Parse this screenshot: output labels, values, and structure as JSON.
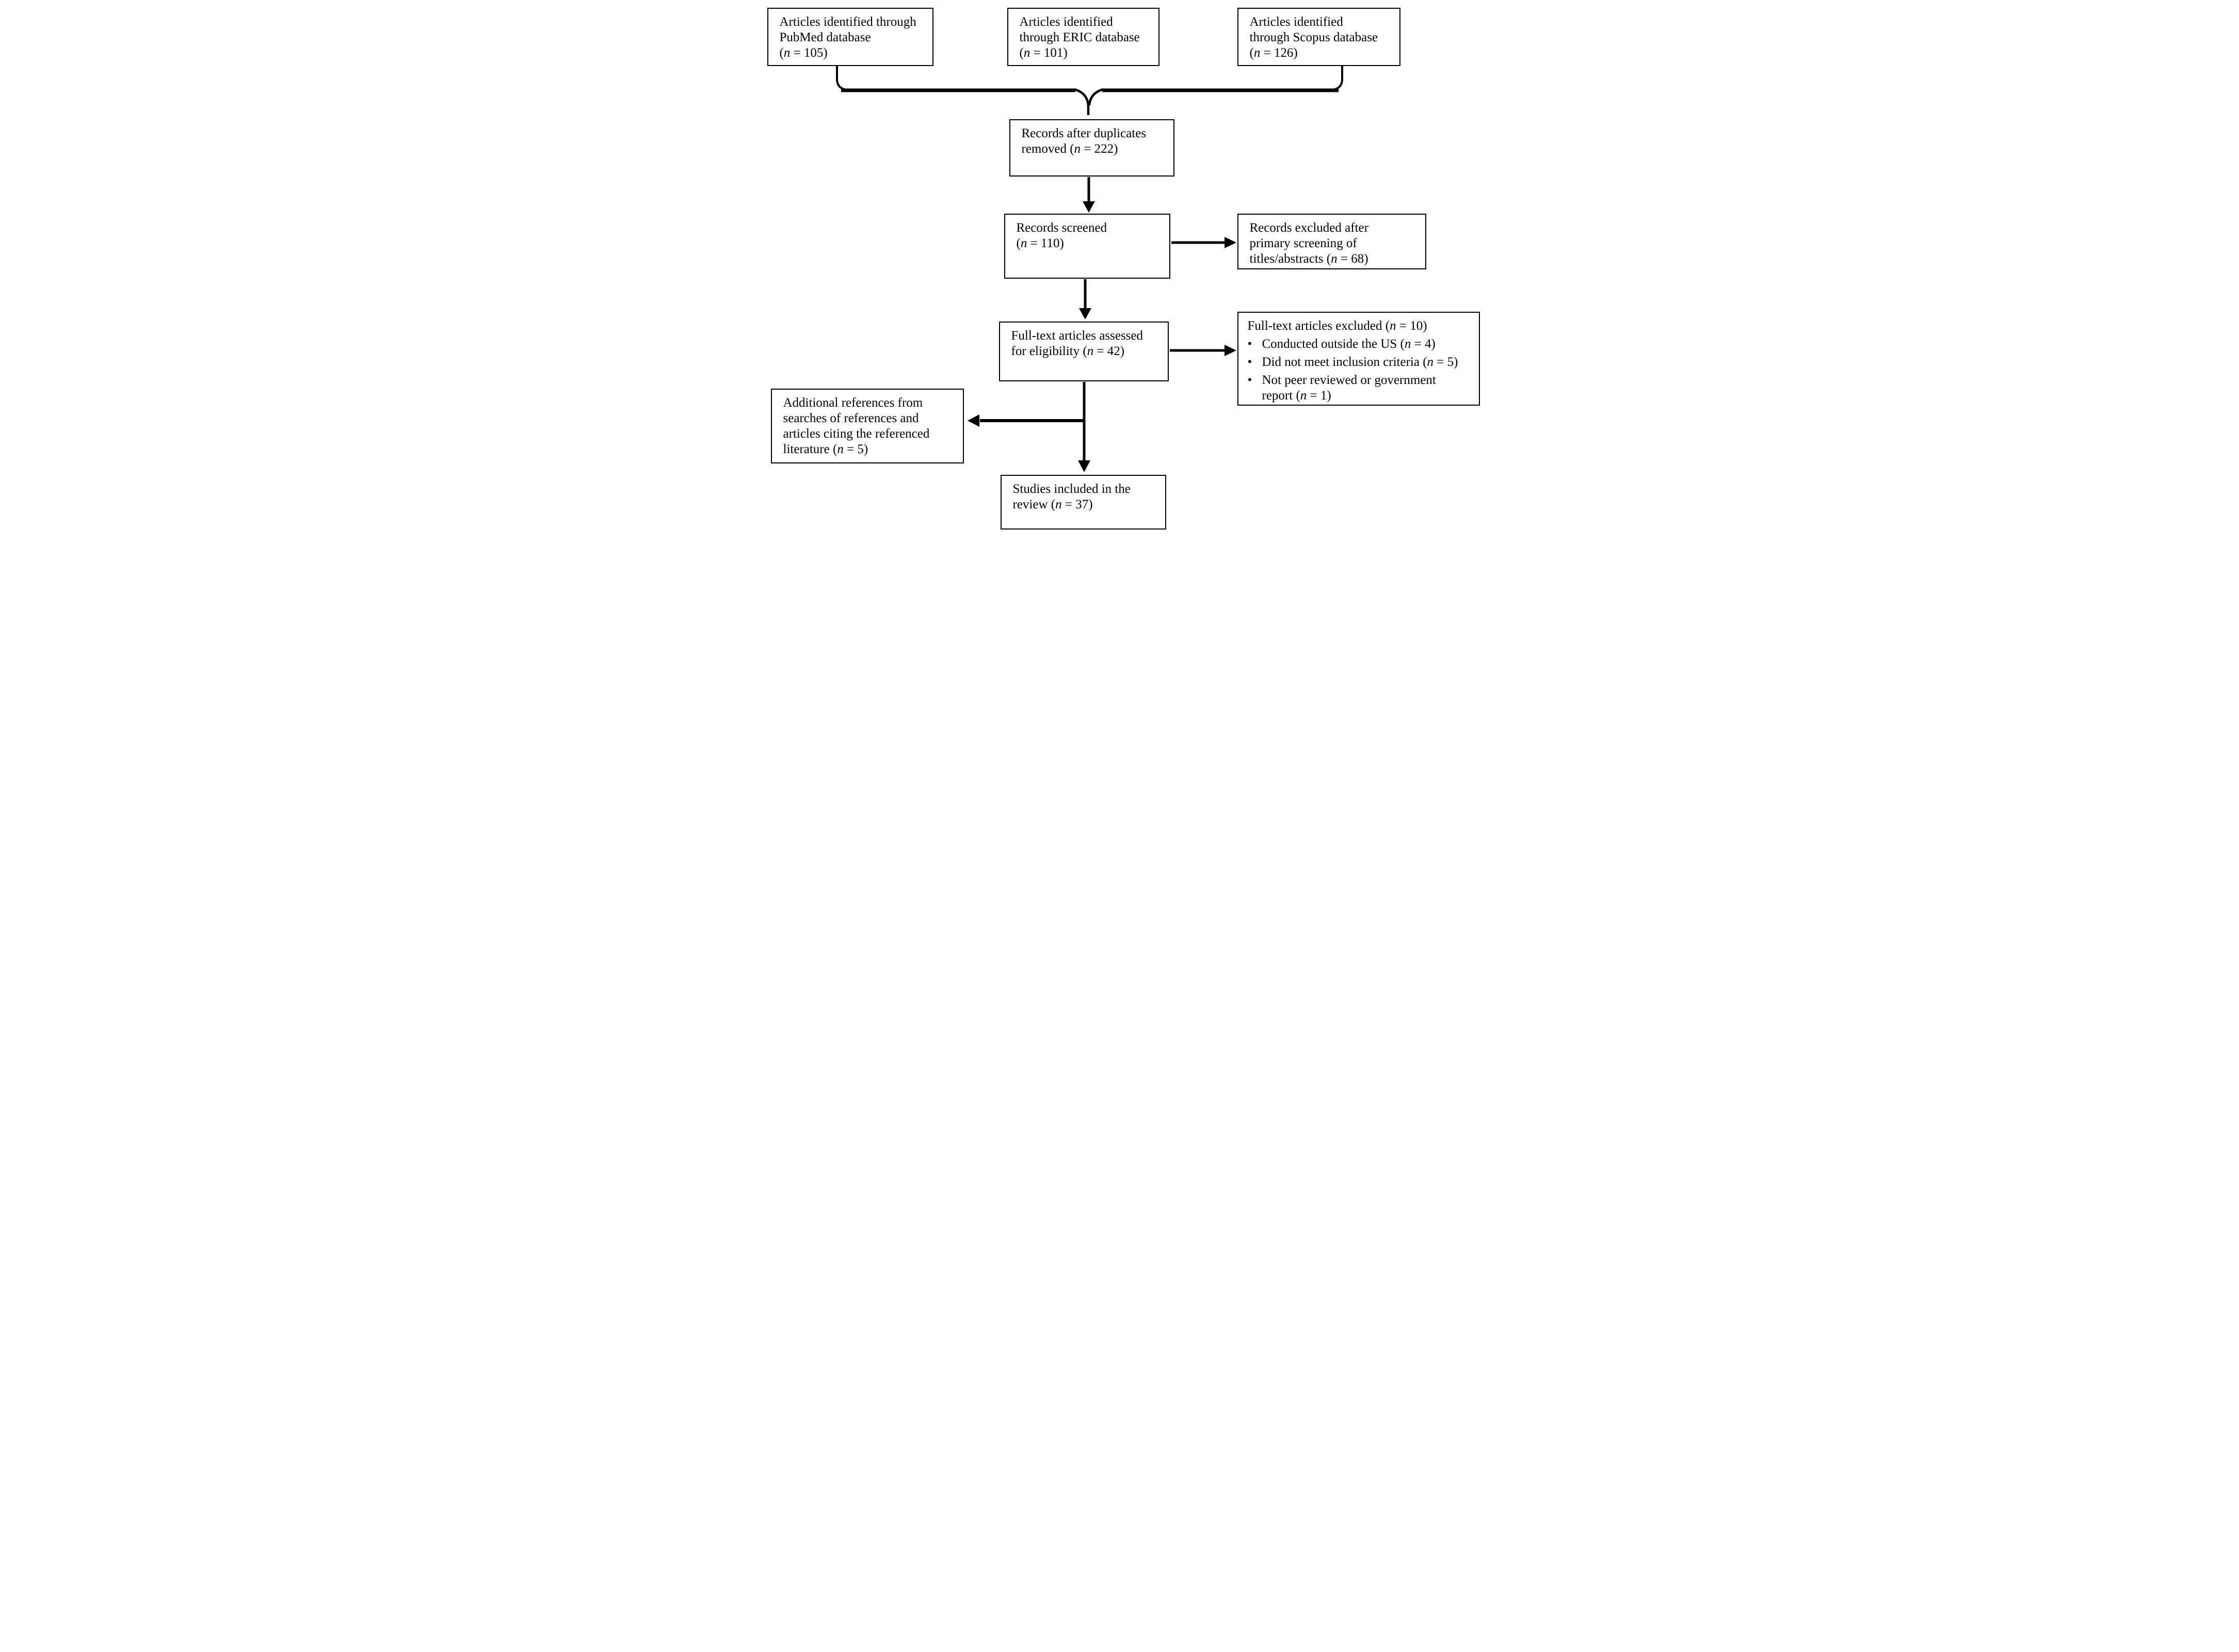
{
  "figure": {
    "bullet_char": "•",
    "line_color": "#000000",
    "background": "#ffffff"
  },
  "boxes": {
    "pubmed": {
      "lines": [
        {
          "t": "Articles identified through"
        },
        {
          "t": "PubMed database"
        },
        {
          "n": "105"
        }
      ]
    },
    "eric": {
      "lines": [
        {
          "t": "Articles identified"
        },
        {
          "t": "through ERIC database"
        },
        {
          "n": "101"
        }
      ]
    },
    "scopus": {
      "lines": [
        {
          "t": "Articles identified"
        },
        {
          "t": "through Scopus database"
        },
        {
          "n": "126"
        }
      ]
    },
    "duplicates": {
      "lines": [
        {
          "t": "Records after duplicates"
        },
        {
          "t": "removed",
          "n": "222"
        }
      ]
    },
    "screened": {
      "lines": [
        {
          "t": "Records screened"
        },
        {
          "n": "110"
        }
      ]
    },
    "excluded_primary": {
      "lines": [
        {
          "t": "Records excluded after"
        },
        {
          "t": "primary screening of"
        },
        {
          "t": "titles/abstracts",
          "n": "68"
        }
      ]
    },
    "fulltext": {
      "lines": [
        {
          "t": "Full-text articles assessed"
        },
        {
          "t": "for eligibility",
          "n": "42"
        }
      ]
    },
    "fulltext_excluded": {
      "title": {
        "t": "Full-text articles excluded",
        "n": "10"
      },
      "items": [
        {
          "line1": {
            "t": "Conducted outside the US",
            "n": "4"
          }
        },
        {
          "line1": {
            "t": "Did not meet inclusion criteria",
            "n": "5"
          }
        },
        {
          "line1": {
            "t": "Not peer reviewed or government"
          },
          "line2": {
            "t": "report",
            "n": "1"
          }
        }
      ]
    },
    "additional": {
      "lines": [
        {
          "t": "Additional references from"
        },
        {
          "t": "searches of references and"
        },
        {
          "t": "articles citing the referenced"
        },
        {
          "t": "literature",
          "n": "5"
        }
      ]
    },
    "included": {
      "lines": [
        {
          "t": "Studies included in the"
        },
        {
          "t": "review",
          "n": "37"
        }
      ]
    }
  }
}
